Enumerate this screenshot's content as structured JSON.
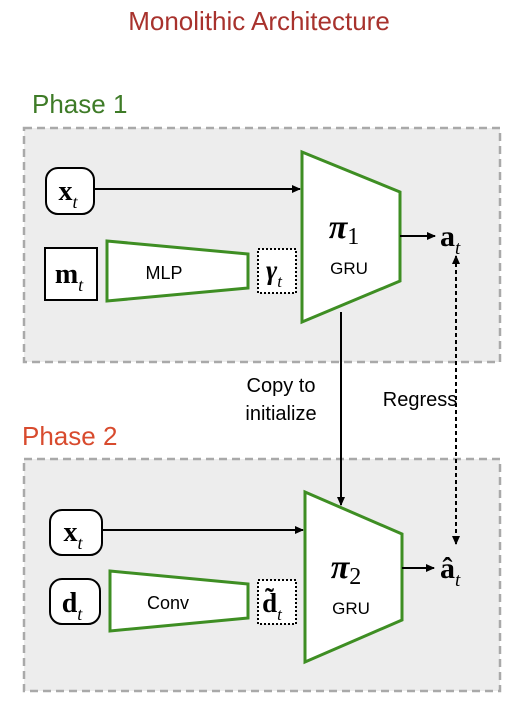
{
  "title": "Monolithic Architecture",
  "phase1": {
    "label": "Phase 1",
    "input_x": {
      "base": "x",
      "sub": "t"
    },
    "input_m": {
      "base": "m",
      "sub": "t"
    },
    "encoder": "MLP",
    "latent": {
      "base": "γ",
      "sub": "t"
    },
    "policy": {
      "base": "π",
      "sub": "1",
      "subtitle": "GRU"
    },
    "output": {
      "base": "a",
      "sub": "t"
    }
  },
  "phase2": {
    "label": "Phase 2",
    "input_x": {
      "base": "x",
      "sub": "t"
    },
    "input_d": {
      "base": "d",
      "sub": "t"
    },
    "encoder": "Conv",
    "latent": {
      "base": "d̃",
      "sub": "t"
    },
    "policy": {
      "base": "π",
      "sub": "2",
      "subtitle": "GRU"
    },
    "output": {
      "base": "â",
      "sub": "t"
    }
  },
  "connections": {
    "copy_line1": "Copy to",
    "copy_line2": "initialize",
    "regress": "Regress"
  },
  "colors": {
    "title": "#A8322D",
    "phase1": "#3E7B27",
    "phase2": "#D84B2E",
    "green_outline": "#3E8E23",
    "panel_fill": "#EDEDED",
    "panel_border": "#A9A9A9"
  }
}
